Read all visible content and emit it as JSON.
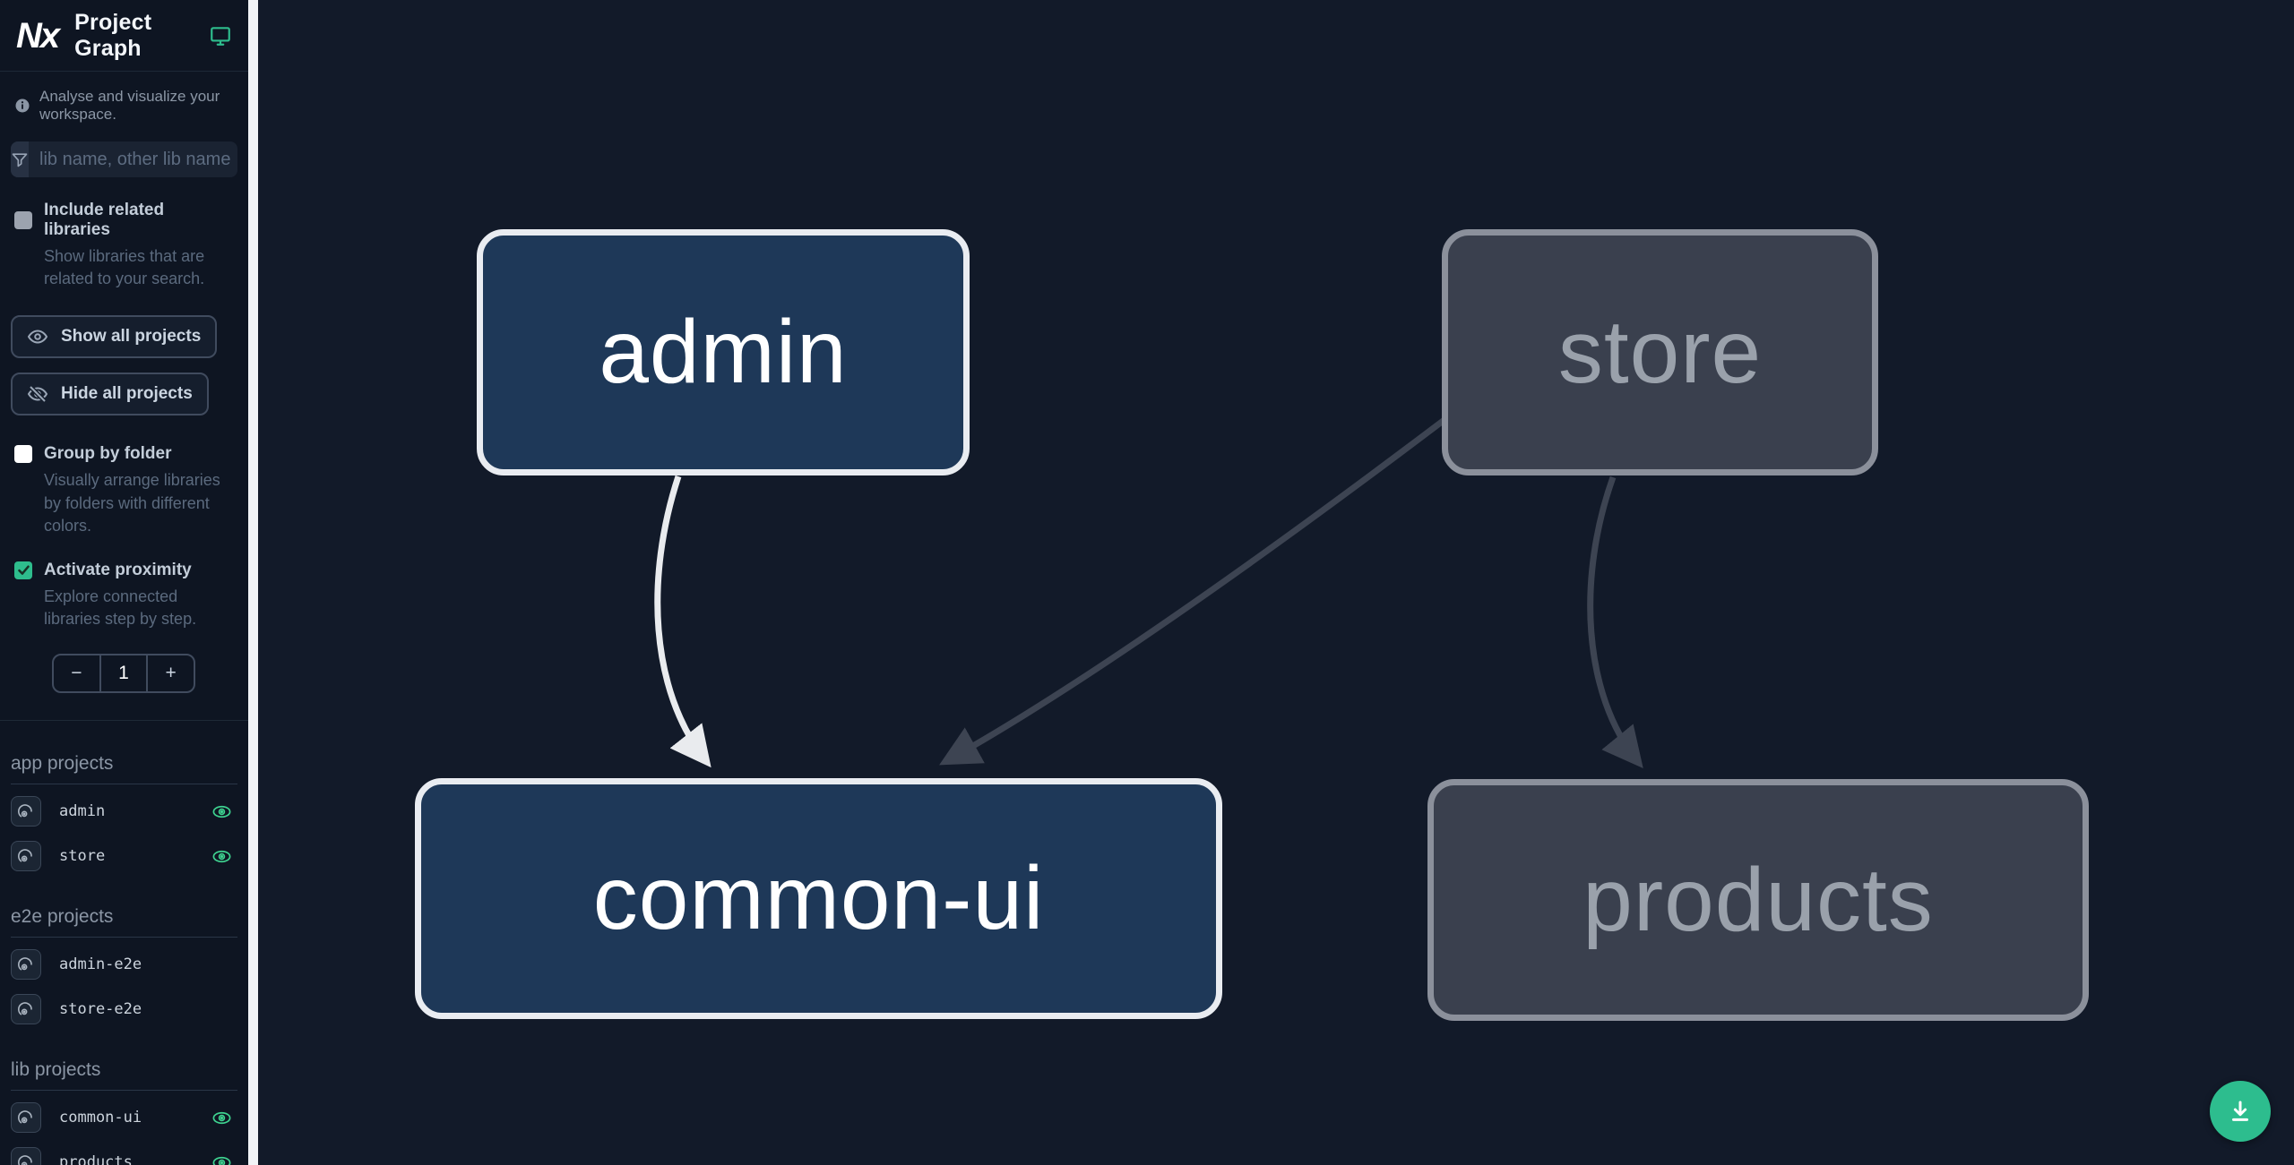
{
  "header": {
    "logo_text": "Nx",
    "title": "Project Graph"
  },
  "sidebar": {
    "tagline": "Analyse and visualize your workspace.",
    "search_placeholder": "lib name, other lib name",
    "checkboxes": [
      {
        "label": "Include related libraries",
        "description": "Show libraries that are related to your search.",
        "checked": false
      },
      {
        "label": "Group by folder",
        "description": "Visually arrange libraries by folders with different colors.",
        "checked": false
      },
      {
        "label": "Activate proximity",
        "description": "Explore connected libraries step by step.",
        "checked": true
      }
    ],
    "buttons": {
      "show_all": "Show all projects",
      "hide_all": "Hide all projects"
    },
    "stepper": {
      "decrement": "−",
      "value": "1",
      "increment": "+"
    },
    "sections": [
      {
        "title": "app projects",
        "items": [
          {
            "name": "admin",
            "visible": true
          },
          {
            "name": "store",
            "visible": true
          }
        ]
      },
      {
        "title": "e2e projects",
        "items": [
          {
            "name": "admin-e2e",
            "visible": false
          },
          {
            "name": "store-e2e",
            "visible": false
          }
        ]
      },
      {
        "title": "lib projects",
        "items": [
          {
            "name": "common-ui",
            "visible": true
          },
          {
            "name": "products",
            "visible": true
          }
        ]
      }
    ]
  },
  "graph": {
    "nodes": [
      {
        "id": "admin",
        "label": "admin",
        "state": "focused"
      },
      {
        "id": "store",
        "label": "store",
        "state": "faded"
      },
      {
        "id": "common-ui",
        "label": "common-ui",
        "state": "focused"
      },
      {
        "id": "products",
        "label": "products",
        "state": "faded"
      }
    ],
    "edges": [
      {
        "from": "admin",
        "to": "common-ui",
        "state": "focused"
      },
      {
        "from": "store",
        "to": "common-ui",
        "state": "faded"
      },
      {
        "from": "store",
        "to": "products",
        "state": "faded"
      }
    ]
  },
  "colors": {
    "accent_teal": "#2ebd8d",
    "eye_green": "#3ed290",
    "canvas_bg": "#121a29",
    "sidebar_bg": "#0e1522",
    "node_focused_bg": "#1e3858",
    "node_focused_border": "#e9ecf1",
    "node_faded_bg": "#3a404e",
    "node_faded_border": "#8b909b",
    "edge_faded": "#3d4452"
  }
}
